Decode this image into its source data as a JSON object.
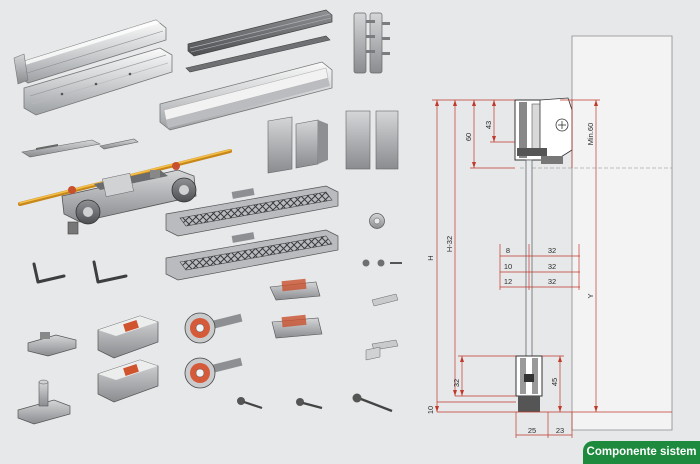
{
  "badge": {
    "label": "Componente sistem",
    "color": "#1e8a3e"
  },
  "colors": {
    "dimension": "#c0392b",
    "background": "#e7e8e9",
    "rail": "#7d7d7d",
    "accent": "#e2a21a",
    "pad": "#c8502d"
  },
  "drawing": {
    "dims": {
      "h": "H",
      "h_minus": "H-32",
      "y": "Y",
      "min60": "Min.60",
      "d60": "60",
      "d43": "43",
      "d32": "32",
      "d45": "45",
      "d10": "10",
      "d25": "25",
      "d23": "23",
      "glass": [
        {
          "thickness": "8",
          "offset": "32"
        },
        {
          "thickness": "10",
          "offset": "32"
        },
        {
          "thickness": "12",
          "offset": "32"
        }
      ]
    }
  }
}
